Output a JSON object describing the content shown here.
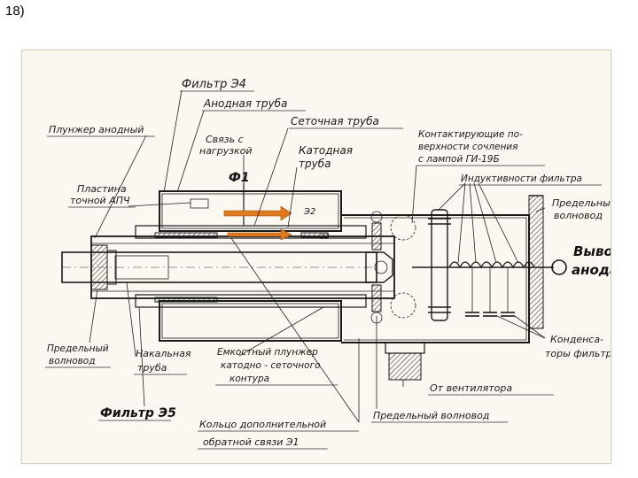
{
  "slide_number": "18)",
  "labels": {
    "filter_e4": "Фильтр Э4",
    "anode_tube": "Анодная труба",
    "grid_tube": "Сеточная труба",
    "anode_plunger": "Плунжер анодный",
    "load_coupling_1": "Связь с",
    "load_coupling_2": "нагрузкой",
    "cathode_tube_1": "Катодная",
    "cathode_tube_2": "труба",
    "contact_1": "Контактирующие по-",
    "contact_2": "верхности сочления",
    "contact_3": "с лампой ГИ-19Б",
    "filter_inductances": "Индуктивности фильтра",
    "afc_plate_1": "Пластина",
    "afc_plate_2": "точной АПЧ",
    "phi1": "Ф1",
    "e2": "Э2",
    "e3": "Э3",
    "limit_waveguide_right_1": "Предельный",
    "limit_waveguide_right_2": "волновод",
    "anode_output_1": "Вывод",
    "anode_output_2": "анода",
    "limit_waveguide_left_1": "Предельный",
    "limit_waveguide_left_2": "волновод",
    "filament_tube_1": "Накальная",
    "filament_tube_2": "труба",
    "capacitive_plunger_1": "Емкостный плунжер",
    "capacitive_plunger_2": "катодно - сеточного",
    "capacitive_plunger_3": "контура",
    "filter_capacitors_1": "Конденса-",
    "filter_capacitors_2": "торы фильтра",
    "from_fan": "От вентилятора",
    "filter_e5": "Фильтр Э5",
    "ring_1": "Кольцо дополнительной",
    "ring_2": "обратной связи Э1",
    "limit_waveguide_bottom": "Предельный волновод"
  },
  "colors": {
    "ink": "#1a1a1a",
    "arrow_fill": "#e07a1f",
    "paper": "#fbf8f2"
  }
}
